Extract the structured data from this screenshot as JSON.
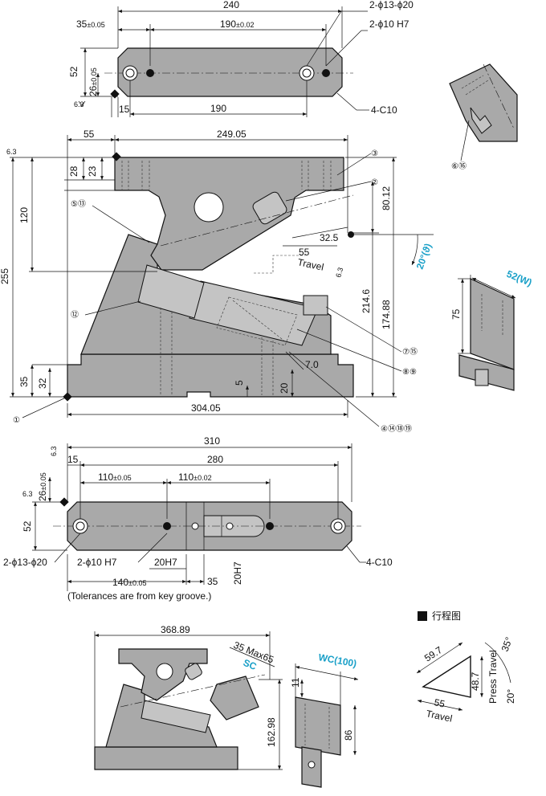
{
  "top_view": {
    "dims": {
      "width": "240",
      "left_offset": "35",
      "left_tol": "±0.05",
      "pitch": "190",
      "pitch_tol": "±0.02",
      "hole_spec_a": "2-ϕ13-ϕ20",
      "hole_spec_b": "2-ϕ10 H7",
      "height": "52",
      "key_offset": "26",
      "key_tol": "±0.05",
      "key_width": "15",
      "bottom_pitch": "190",
      "chamfer": "4-C10",
      "roughness": "6.3"
    }
  },
  "front_view": {
    "dims": {
      "left": "55",
      "top_width": "249.05",
      "d28": "28",
      "d23": "23",
      "d120": "120",
      "d255": "255",
      "d35": "35",
      "d32": "32",
      "d5": "5",
      "d20": "20",
      "d7": "7.0",
      "d32_5": "32.5",
      "d55": "55",
      "travel": "Travel",
      "angle": "20°(ϑ)",
      "d80": "80.12",
      "d214": "214.6",
      "d174": "174.88",
      "base_width": "304.05",
      "roughness": "6.3"
    },
    "balloons": {
      "b1": "①",
      "b3": "③",
      "b2": "②",
      "b5": "⑤⑬",
      "b12": "⑫",
      "b7": "⑦⑮",
      "b8": "⑧⑨",
      "b4": "④⑭⑱⑲"
    }
  },
  "side_detail": {
    "balloon": "⑥⑯"
  },
  "side_view": {
    "width_label": "52",
    "width_sym": "(W)",
    "height": "75"
  },
  "base_view": {
    "dims": {
      "total": "310",
      "d15": "15",
      "d280": "280",
      "d110a": "110",
      "tol_a": "±0.05",
      "d110b": "110",
      "tol_b": "±0.02",
      "d26": "26",
      "tol26": "±0.05",
      "d52": "52",
      "hole_spec": "2-ϕ13-ϕ20",
      "pin_spec": "2-ϕ10 H7",
      "h20a": "20H7",
      "h20b": "20H7",
      "d140": "140",
      "tol140": "±0.05",
      "d35": "35",
      "chamfer": "4-C10",
      "note": "(Tolerances are from key groove.)",
      "roughness": "6.3"
    }
  },
  "assembly_view": {
    "dims": {
      "width": "368.89",
      "max_label": "35 Max65",
      "sc": "SC",
      "height": "162.98"
    }
  },
  "wc_view": {
    "wc": "WC",
    "wc_val": "(100)",
    "d11": "11",
    "d86": "86"
  },
  "stroke_chart": {
    "title": "行程图",
    "d59": "59.7",
    "d48": "48.7",
    "press_travel": "Press Travel",
    "a35": "35°",
    "a20": "20°",
    "d55": "55",
    "travel": "Travel"
  },
  "colors": {
    "part_fill": "#a9a9a9",
    "accent": "#1aa0c8",
    "line": "#111111"
  }
}
